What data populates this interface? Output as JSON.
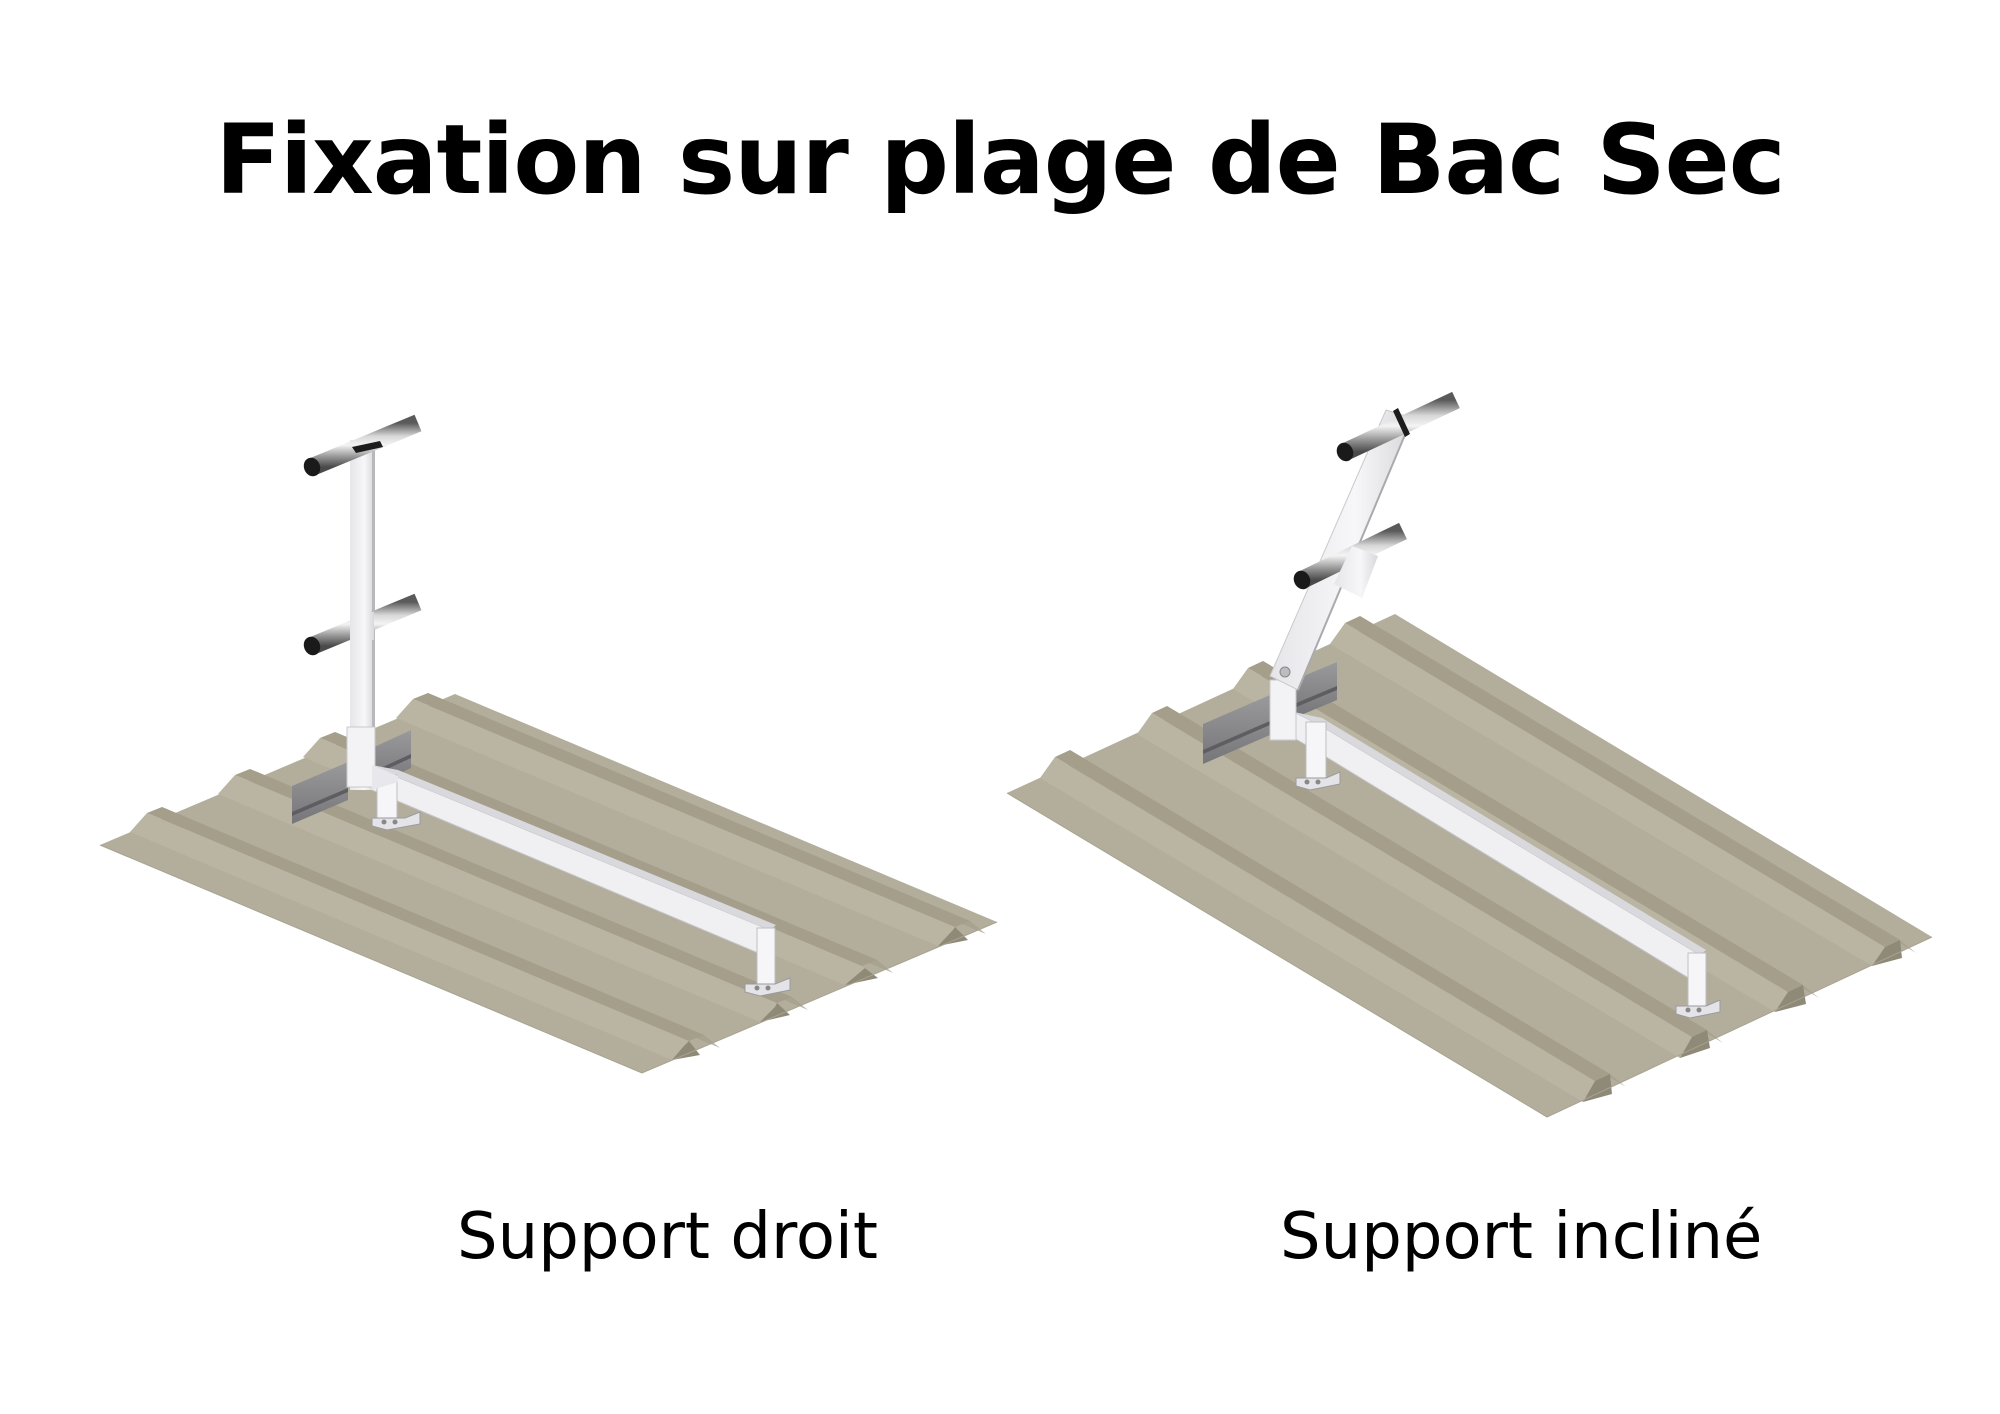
{
  "title": "Fixation sur plage de Bac Sec",
  "colors": {
    "roof_flat": "#b3ae9c",
    "roof_rib_shadow": "#a49e8b",
    "roof_rib_light": "#bab5a3",
    "post_white": "#f2f2f4",
    "post_edge": "#c9c9cd",
    "rail_metal": "#9a9a9a",
    "rail_dark": "#1a1a1a",
    "bracket_grey": "#8a8a8c",
    "text": "#000000",
    "background": "#ffffff"
  },
  "figures": [
    {
      "id": "support-droit",
      "caption": "Support droit",
      "support_type": "vertical post",
      "rails": 2
    },
    {
      "id": "support-incline",
      "caption": "Support incliné",
      "support_type": "inclined post",
      "rails": 2
    }
  ]
}
